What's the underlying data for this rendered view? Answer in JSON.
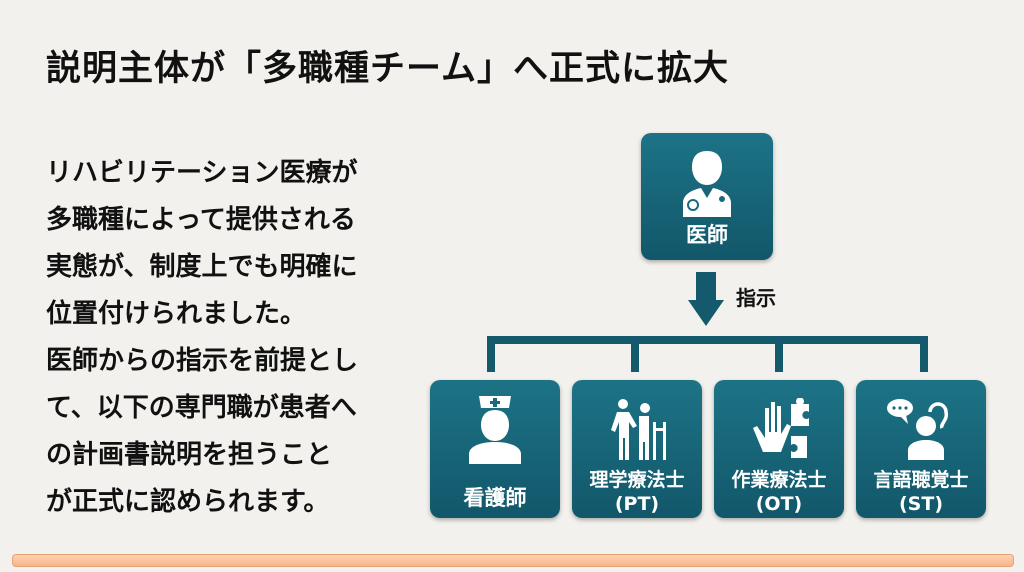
{
  "title": "説明主体が「多職種チーム」へ正式に拡大",
  "body_lines": [
    "リハビリテーション医療が",
    "多職種によって提供される",
    "実態が、制度上でも明確に",
    "位置付けられました。",
    "医師からの指示を前提とし",
    "て、以下の専門職が患者へ",
    "の計画書説明を担うこと",
    "が正式に認められます。"
  ],
  "diagram": {
    "top": {
      "label": "医師",
      "icon": "doctor-icon"
    },
    "arrow_label": "指示",
    "nodes": [
      {
        "label": "看護師",
        "sub": "",
        "icon": "nurse-icon"
      },
      {
        "label": "理学療法士",
        "sub": "(PT)",
        "icon": "walker-assist-icon"
      },
      {
        "label": "作業療法士",
        "sub": "(OT)",
        "icon": "hand-puzzle-icon"
      },
      {
        "label": "言語聴覚士",
        "sub": "(ST)",
        "icon": "speech-ear-icon"
      }
    ]
  },
  "colors": {
    "box": "#1a6a7d",
    "accent_bar": "#f8c29c"
  }
}
